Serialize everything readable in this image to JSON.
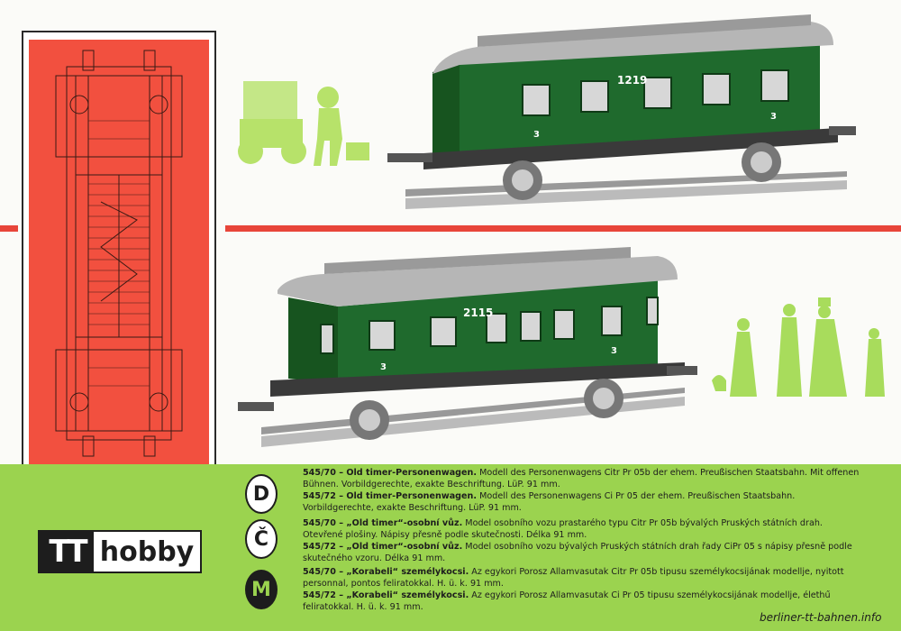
{
  "coaches": {
    "top_number": "1219",
    "top_class_left": "3",
    "top_class_right": "3",
    "bottom_number": "2115",
    "bottom_class_left": "3",
    "bottom_class_right": "3"
  },
  "logo": {
    "tt": "TT",
    "hobby": "hobby"
  },
  "languages": [
    {
      "letter": "D",
      "entries": [
        {
          "code": "545/70 – Old timer-Personenwagen.",
          "text": " Modell des Personenwagens Citr Pr 05b der ehem. Preußischen Staatsbahn. Mit offenen Bühnen. Vorbildgerechte, exakte Beschriftung. LüP. 91 mm."
        },
        {
          "code": "545/72 – Old timer-Personenwagen.",
          "text": " Modell des Personenwagens Ci Pr 05 der ehem. Preußischen Staatsbahn. Vorbildgerechte, exakte Beschriftung. LüP. 91 mm."
        }
      ]
    },
    {
      "letter": "Č",
      "entries": [
        {
          "code": "545/70 – „Old timer“-osobní vůz.",
          "text": " Model osobního vozu prastarého typu Citr Pr 05b bývalých Pruských státních drah. Otevřené plošiny. Nápisy přesně podle skutečnosti. Délka 91 mm."
        },
        {
          "code": "545/72 – „Old timer“-osobní vůz.",
          "text": " Model osobního vozu bývalých Pruských státních drah řady CiPr 05 s nápisy přesně podle skutečného vzoru. Délka 91 mm."
        }
      ]
    },
    {
      "letter": "M",
      "entries": [
        {
          "code": "545/70 – „Korabeli“ személykocsi.",
          "text": " Az egykori Porosz Allamvasutak Citr Pr 05b tipusu személykocsijának modellje, nyitott personnal, pontos feliratokkal. H. ü. k. 91 mm."
        },
        {
          "code": "545/72 – „Korabeli“ személykocsi.",
          "text": " Az egykori Porosz Allamvasutak Ci Pr 05 tipusu személykocsijának modellje, élethű feliratokkal. H. ü. k. 91 mm."
        }
      ]
    }
  ],
  "watermark": "berliner-tt-bahnen.info"
}
